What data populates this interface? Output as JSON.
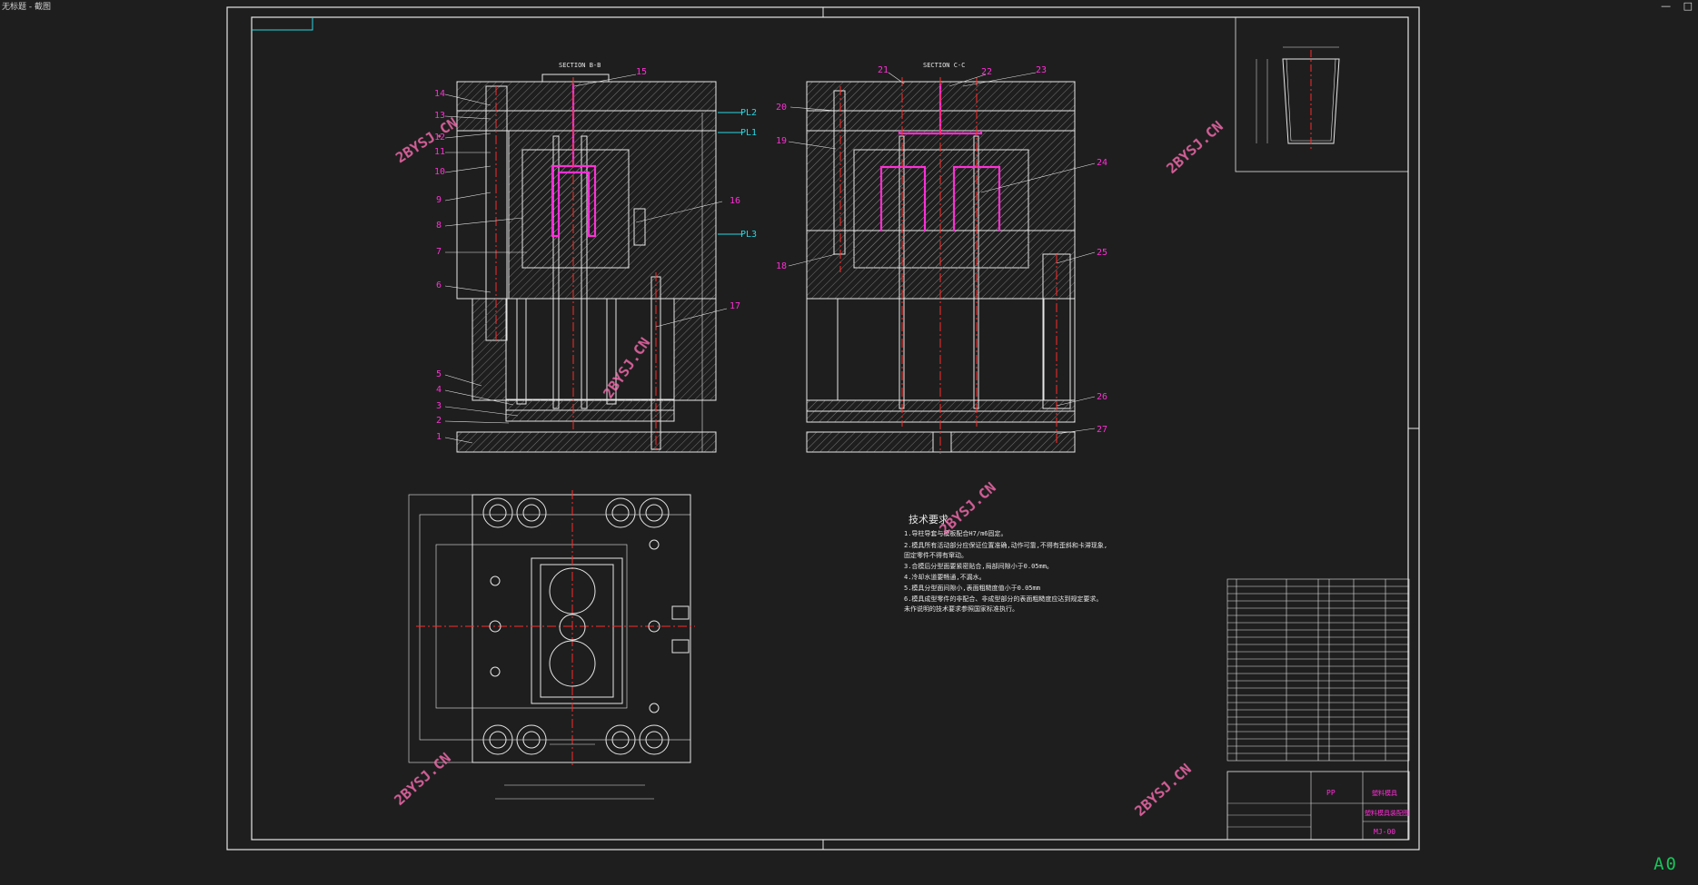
{
  "window": {
    "title": "无标题 - 截图",
    "controls": {
      "minimize": "—",
      "restore": "□"
    }
  },
  "sheet_size": "A0",
  "colors": {
    "background": "#1e1e1e",
    "line": "#e6e6e6",
    "label": "#ff2fd6",
    "hatch": "#9a9a9a",
    "centerline": "#ff2b2b",
    "plane": "#28d6e0",
    "product": "#ff2fd6",
    "sheet": "#19c35a"
  },
  "sections": {
    "b": "SECTION B-B",
    "c": "SECTION C-C"
  },
  "parting_lines": [
    "PL2",
    "PL1",
    "PL3"
  ],
  "callouts_left": [
    "14",
    "13",
    "12",
    "11",
    "10",
    "9",
    "8",
    "7",
    "6",
    "5",
    "4",
    "3",
    "2",
    "1"
  ],
  "callouts_mid": [
    "15",
    "16",
    "17"
  ],
  "callouts_right": [
    "20",
    "21",
    "22",
    "23",
    "19",
    "24",
    "18",
    "25",
    "26",
    "27"
  ],
  "watermarks": [
    "2BYSJ.CN",
    "2BYSJ.CN",
    "2BYSJ.CN",
    "2BYSJ.CN",
    "2BYSJ.CN",
    "2BYSJ.CN"
  ],
  "technical_requirements": {
    "heading": "技术要求",
    "items": [
      "1.导柱导套与模板配合H7/m6固定。",
      "2.模具所有活动部分应保证位置准确,动作可靠,不得有歪斜和卡滞现象,",
      "  固定零件不得有窜动。",
      "3.合模后分型面要紧密贴合,局部间隙小于0.05mm。",
      "4.冷却水道要畅通,不漏水。",
      "5.模具分型面间隙小,表面粗糙度值小于0.05mm",
      "6.模具成型零件的非配合、非成型部分的表面粗糙度应达到规定要求。",
      "  未作说明的技术要求参照国家标准执行。"
    ]
  },
  "title_block": {
    "material": "PP",
    "name": "塑料模具",
    "drawing_title": "塑料模具装配图",
    "drawing_no": "MJ-00"
  }
}
